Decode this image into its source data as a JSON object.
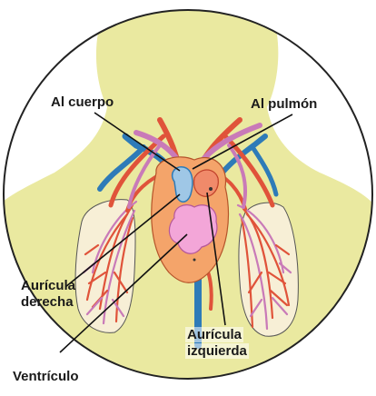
{
  "labels": {
    "al_cuerpo": "Al cuerpo",
    "al_pulmon": "Al pulmón",
    "auricula_derecha_1": "Aurícula",
    "auricula_derecha_2": "derecha",
    "auricula_izquierda_1": "Aurícula",
    "auricula_izquierda_2": "izquierda",
    "ventriculo": "Ventrículo"
  },
  "colors": {
    "background": "#ffffff",
    "body_silhouette": "#eae9a0",
    "circle_outline": "#222222",
    "artery_red": "#e0533a",
    "vein_blue": "#2e7bb8",
    "pulmonary_purple": "#c97ab8",
    "heart_orange": "#f4a46a",
    "ventricle_pink": "#f3a6d8",
    "lung_fill": "#f7efd6",
    "leader_line": "#111111"
  }
}
